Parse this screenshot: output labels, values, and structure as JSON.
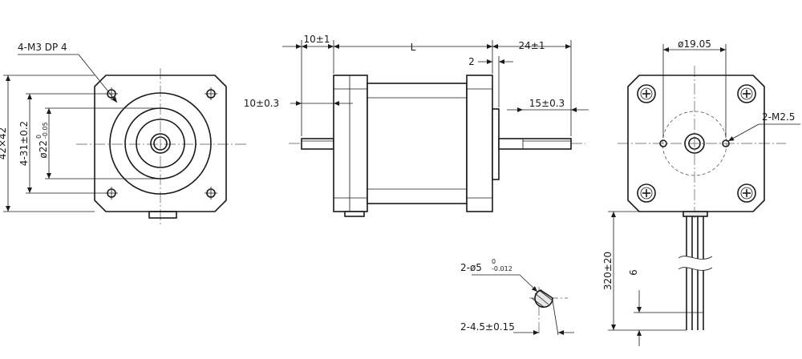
{
  "front_view": {
    "hole_spec": "4-M3 DP 4",
    "body_size": "42×42",
    "hole_spacing": "4-31±0.2",
    "boss_dia": "ø22",
    "boss_tol_upper": "0",
    "boss_tol_lower": "-0.05"
  },
  "side_view": {
    "front_shaft_length": "10±1",
    "body_length": "L",
    "rear_shaft_length": "24±1",
    "boss_step": "2",
    "front_flat_length": "10±0.3",
    "rear_flat_length": "15±0.3"
  },
  "rear_view": {
    "bolt_circle": "ø19.05",
    "screw_spec": "2-M2.5",
    "lead_length": "320±20",
    "strip_length": "6"
  },
  "shaft_section": {
    "shaft_dia": "2-ø5",
    "shaft_tol_upper": "0",
    "shaft_tol_lower": "-0.012",
    "flat_dim": "2-4.5±0.15"
  }
}
